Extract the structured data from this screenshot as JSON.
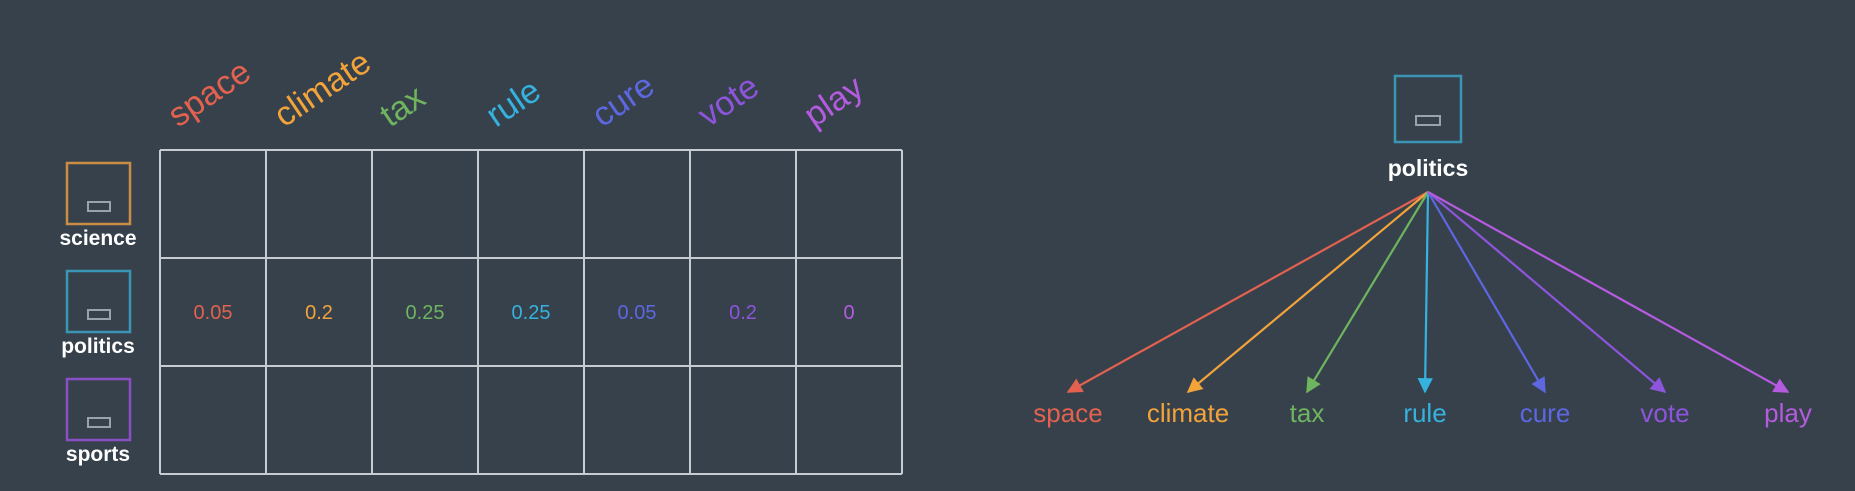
{
  "words": [
    {
      "label": "space",
      "color": "#e2624f"
    },
    {
      "label": "climate",
      "color": "#f2a33a"
    },
    {
      "label": "tax",
      "color": "#6fb45f"
    },
    {
      "label": "rule",
      "color": "#35b2de"
    },
    {
      "label": "cure",
      "color": "#5d67e0"
    },
    {
      "label": "vote",
      "color": "#8d55dc"
    },
    {
      "label": "play",
      "color": "#b55be0"
    }
  ],
  "topics": [
    {
      "label": "science",
      "color": "#c98e43"
    },
    {
      "label": "politics",
      "color": "#3b95b4"
    },
    {
      "label": "sports",
      "color": "#8b4fc4"
    }
  ],
  "matrix": [
    [
      "",
      "",
      "",
      "",
      "",
      "",
      ""
    ],
    [
      "0.05",
      "0.2",
      "0.25",
      "0.25",
      "0.05",
      "0.2",
      "0"
    ],
    [
      "",
      "",
      "",
      "",
      "",
      "",
      ""
    ]
  ],
  "tree": {
    "root_label": "politics",
    "root_color": "#3b95b4",
    "leaves": [
      "space",
      "climate",
      "tax",
      "rule",
      "cure",
      "vote",
      "play"
    ]
  },
  "colors": {
    "background": "#36414c",
    "grid": "#c7ccd1",
    "text": "#ffffff"
  }
}
